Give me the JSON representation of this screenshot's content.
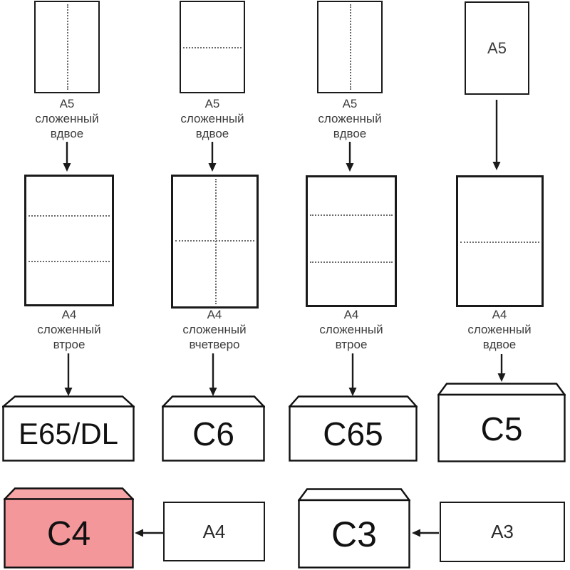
{
  "columns": [
    {
      "a5_caption": {
        "l1": "A5",
        "l2": "сложенный",
        "l3": "вдвое"
      },
      "a4_caption": {
        "l1": "A4",
        "l2": "сложенный",
        "l3": "втрое"
      },
      "envelope_label": "E65/DL"
    },
    {
      "a5_caption": {
        "l1": "A5",
        "l2": "сложенный",
        "l3": "вдвое"
      },
      "a4_caption": {
        "l1": "A4",
        "l2": "сложенный",
        "l3": "вчетверо"
      },
      "envelope_label": "C6"
    },
    {
      "a5_caption": {
        "l1": "A5",
        "l2": "сложенный",
        "l3": "вдвое"
      },
      "a4_caption": {
        "l1": "A4",
        "l2": "сложенный",
        "l3": "втрое"
      },
      "envelope_label": "C65"
    },
    {
      "a5_inner_label": "A5",
      "a4_caption": {
        "l1": "A4",
        "l2": "сложенный",
        "l3": "вдвое"
      },
      "envelope_label": "C5"
    }
  ],
  "bottom_row": {
    "c4_label": "C4",
    "a4_label": "A4",
    "c3_label": "C3",
    "a3_label": "A3"
  },
  "colors": {
    "c4_body": "#f4979b",
    "c4_flap": "#f7a5a7",
    "outline": "#111111",
    "fold_line": "#6a6a6a",
    "caption_text": "#3d3d3d",
    "background": "#ffffff"
  }
}
